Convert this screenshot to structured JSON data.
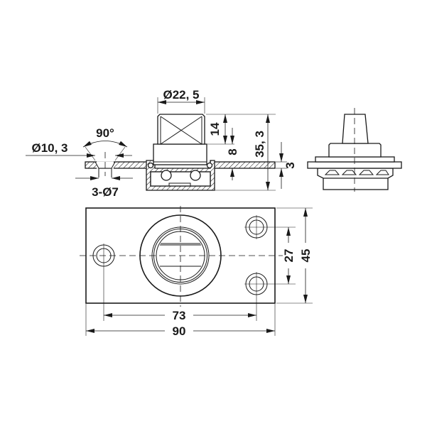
{
  "drawing": {
    "type": "technical-dimension-drawing",
    "units": "mm",
    "views": [
      "section-view",
      "side-view",
      "top-view"
    ],
    "colors": {
      "line": "#1a1a1a",
      "background": "#ffffff"
    }
  },
  "section_view": {
    "dimensions": {
      "head_diameter": "Ø22, 5",
      "countersink_diameter": "Ø10, 3",
      "countersink_angle": "90°",
      "hole_spec": "3-Ø7",
      "head_height": "14",
      "flange_to_top": "8",
      "total_height": "35, 3",
      "flange_thickness": "3"
    }
  },
  "top_view": {
    "dimensions": {
      "hole_spacing_vertical": "27",
      "plate_height": "45",
      "hole_spacing_horizontal": "73",
      "plate_width": "90"
    }
  }
}
